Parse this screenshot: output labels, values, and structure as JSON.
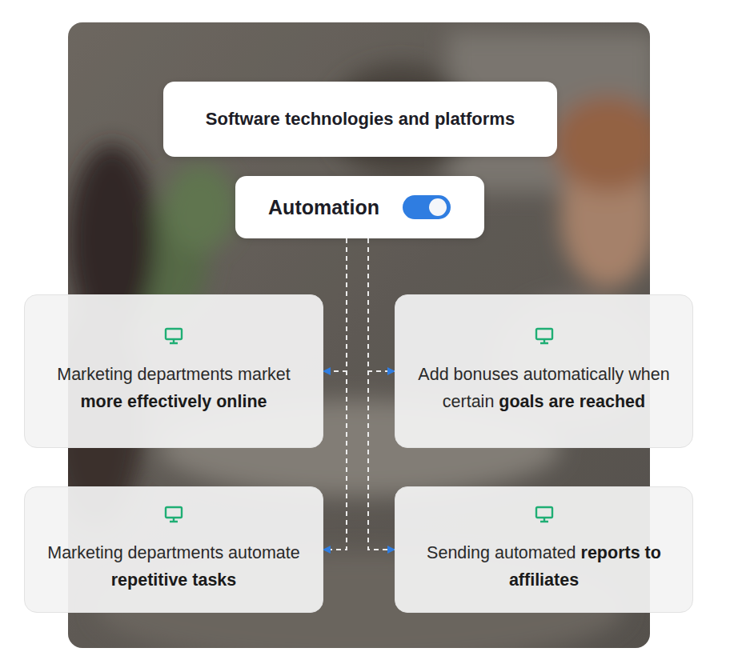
{
  "diagram": {
    "nodes": [
      {
        "text": [
          "Software technologies and platforms"
        ]
      },
      {
        "text": [
          "Automation"
        ]
      },
      {
        "text": [
          "Marketing departments market more effectively online"
        ]
      },
      {
        "text": [
          "Add bonuses automatically when certain goals are reached"
        ]
      },
      {
        "text": [
          "Marketing departments automate repetitive tasks"
        ]
      },
      {
        "text": [
          "Sending automated reports to affiliates"
        ]
      }
    ],
    "edges": [
      {
        "from": 1,
        "to": 2,
        "arrow": "to"
      },
      {
        "from": 1,
        "to": 3,
        "arrow": "to"
      },
      {
        "from": 1,
        "to": 4,
        "arrow": "to"
      },
      {
        "from": 1,
        "to": 5,
        "arrow": "to"
      }
    ]
  }
}
